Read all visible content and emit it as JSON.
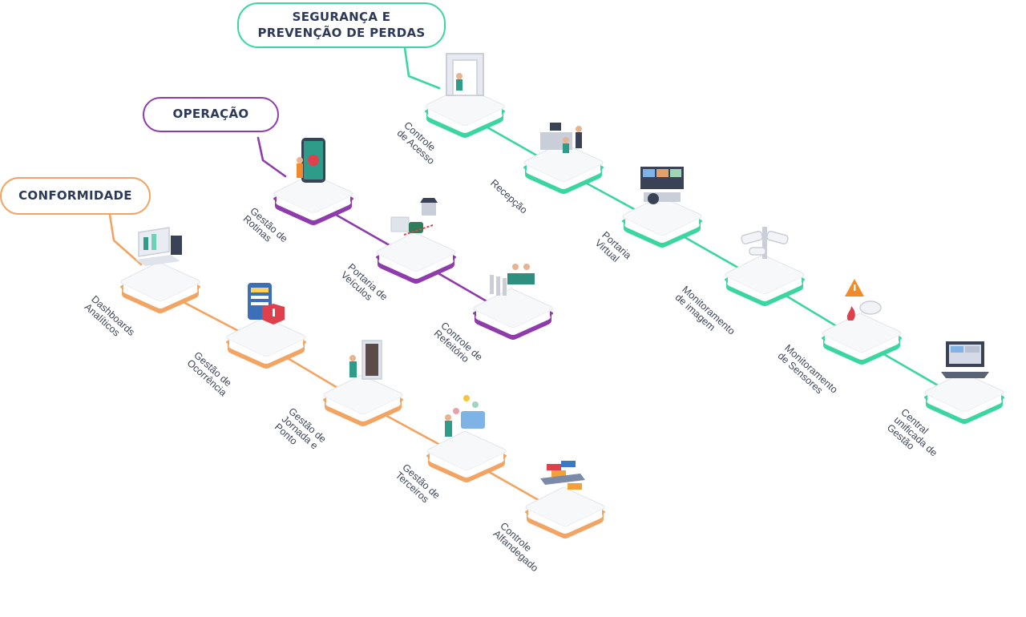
{
  "categories": {
    "security": {
      "title": "SEGURANÇA E\nPREVENÇÃO DE PERDAS",
      "color": "#3bd6a0"
    },
    "operation": {
      "title": "OPERAÇÃO",
      "color": "#8e3bab"
    },
    "compliance": {
      "title": "CONFORMIDADE",
      "color": "#f2a462"
    }
  },
  "nodes": [
    {
      "id": "controle-acesso",
      "category": "security",
      "label": "Controle\nde Acesso",
      "icon": "turnstile-gate-icon"
    },
    {
      "id": "recepcao",
      "category": "security",
      "label": "Recepção",
      "icon": "reception-desk-icon"
    },
    {
      "id": "portaria-virtual",
      "category": "security",
      "label": "Portaria\nVirtual",
      "icon": "monitor-workstation-icon"
    },
    {
      "id": "monitoramento-imagem",
      "category": "security",
      "label": "Monitoramento\nde imagem",
      "icon": "cctv-camera-icon"
    },
    {
      "id": "monitoramento-sensores",
      "category": "security",
      "label": "Monitoramento\nde Sensores",
      "icon": "smoke-sensor-icon"
    },
    {
      "id": "central-unificada",
      "category": "security",
      "label": "Central\nunificada de\nGestão",
      "icon": "laptop-dashboard-icon"
    },
    {
      "id": "gestao-rotinas",
      "category": "operation",
      "label": "Gestão de\nRotinas",
      "icon": "smartphone-icon"
    },
    {
      "id": "portaria-veiculos",
      "category": "operation",
      "label": "Portaria de\nVeículos",
      "icon": "vehicle-gate-icon"
    },
    {
      "id": "controle-refeitorio",
      "category": "operation",
      "label": "Controle de\nRefeitório",
      "icon": "cafeteria-icon"
    },
    {
      "id": "dashboards-analiticos",
      "category": "compliance",
      "label": "Dashboards\nAnalíticos",
      "icon": "analytics-laptop-icon"
    },
    {
      "id": "gestao-ocorrencia",
      "category": "compliance",
      "label": "Gestão de\nOcorrência",
      "icon": "alert-tablet-icon"
    },
    {
      "id": "gestao-jornada",
      "category": "compliance",
      "label": "Gestão de\nJornada e\nPonto",
      "icon": "time-clock-icon"
    },
    {
      "id": "gestao-terceiros",
      "category": "compliance",
      "label": "Gestão de\nTerceiros",
      "icon": "people-network-icon"
    },
    {
      "id": "controle-alfandegado",
      "category": "compliance",
      "label": "Controle\nAlfandegado",
      "icon": "cargo-containers-icon"
    }
  ]
}
